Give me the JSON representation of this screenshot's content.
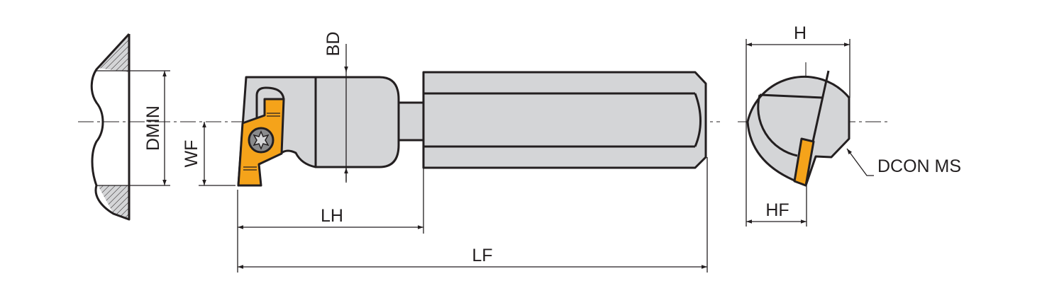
{
  "labels": {
    "bd": "BD",
    "dmin": "DMIN",
    "wf": "WF",
    "lh": "LH",
    "lf": "LF",
    "h": "H",
    "hf": "HF",
    "dcon_ms": "DCON MS"
  },
  "colors": {
    "body": "#d4d5d7",
    "insert": "#f5a31a",
    "line": "#231f20"
  }
}
